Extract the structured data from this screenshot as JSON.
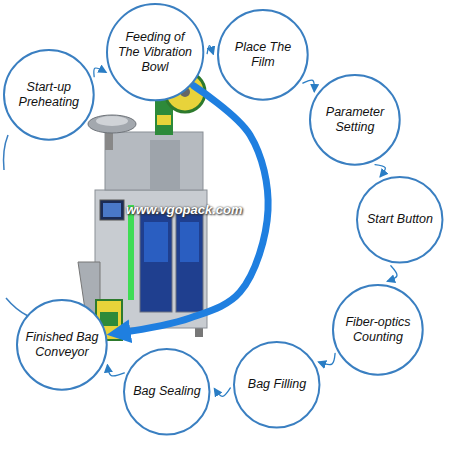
{
  "diagram": {
    "nodes": [
      {
        "text": [
          "Start-up Preheating"
        ]
      },
      {
        "text": [
          "Feeding of The Vibration Bowl"
        ]
      },
      {
        "text": [
          "Place The Film"
        ]
      },
      {
        "text": [
          "Parameter Setting"
        ]
      },
      {
        "text": [
          "Start Button"
        ]
      },
      {
        "text": [
          "Fiber-optics Counting"
        ]
      },
      {
        "text": [
          "Bag Filling"
        ]
      },
      {
        "text": [
          "Bag Sealing"
        ]
      },
      {
        "text": [
          "Finished Bag Conveyor"
        ]
      }
    ],
    "edges": [
      {
        "from": 0,
        "to": 1,
        "arrow": "to"
      },
      {
        "from": 1,
        "to": 2,
        "arrow": "to"
      },
      {
        "from": 2,
        "to": 3,
        "arrow": "to"
      },
      {
        "from": 3,
        "to": 4,
        "arrow": "to"
      },
      {
        "from": 4,
        "to": 5,
        "arrow": "to"
      },
      {
        "from": 5,
        "to": 6,
        "arrow": "to"
      },
      {
        "from": 6,
        "to": 7,
        "arrow": "to"
      },
      {
        "from": 7,
        "to": 8,
        "arrow": "to"
      },
      {
        "from": 1,
        "to": 8,
        "arrow": "to"
      }
    ],
    "labels": [
      "www.vgopack.com"
    ]
  }
}
